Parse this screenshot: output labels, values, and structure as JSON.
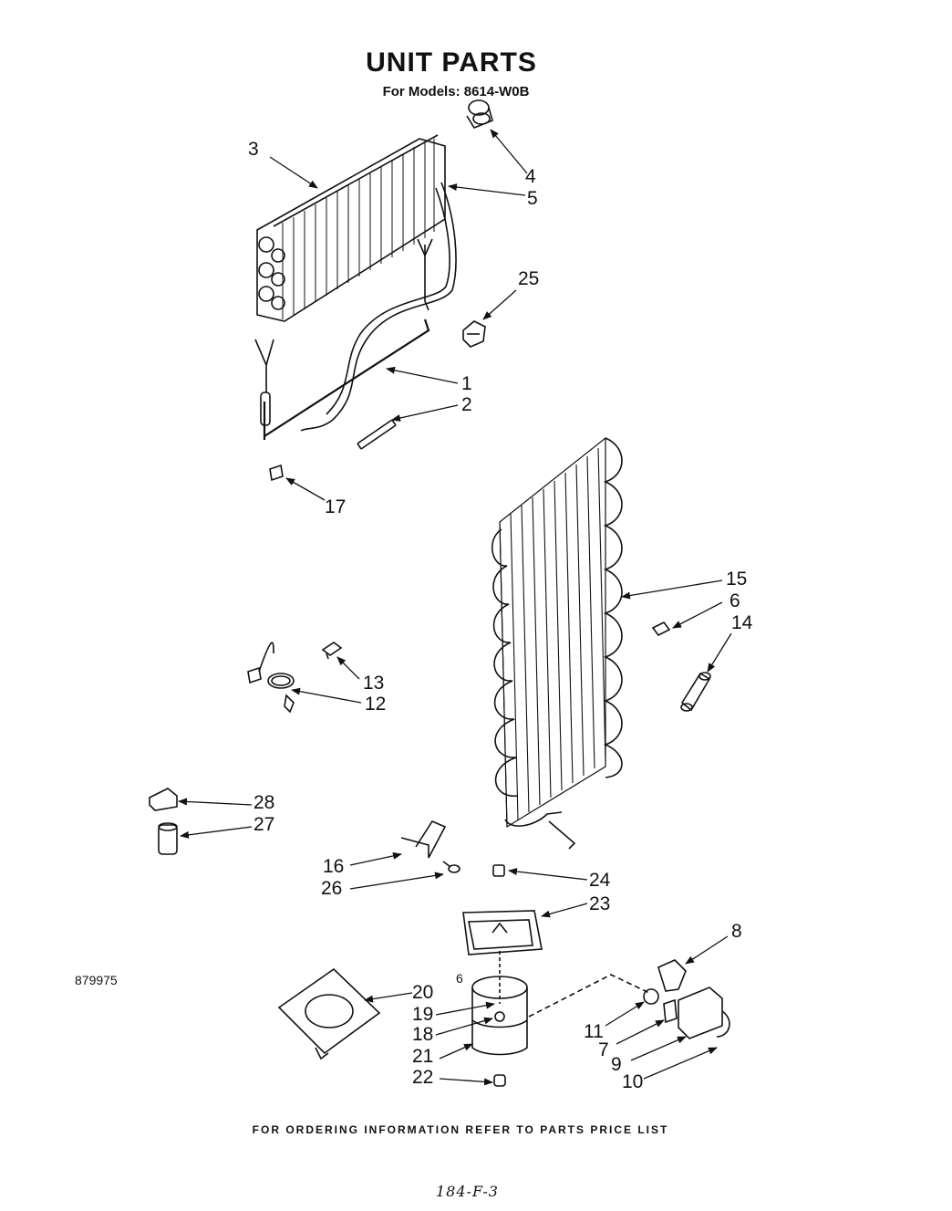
{
  "header": {
    "title": "UNIT PARTS",
    "subtitle": "For Models: 8614-W0B"
  },
  "callouts": [
    "1",
    "2",
    "3",
    "4",
    "5",
    "6",
    "7",
    "8",
    "9",
    "10",
    "11",
    "12",
    "13",
    "14",
    "15",
    "16",
    "17",
    "18",
    "19",
    "20",
    "21",
    "22",
    "23",
    "24",
    "25",
    "26",
    "27",
    "28"
  ],
  "footer": {
    "ordering_note": "FOR ORDERING INFORMATION REFER TO PARTS PRICE LIST",
    "document_number": "879975",
    "page_number": "6",
    "handwritten_code": "184-F-3"
  }
}
